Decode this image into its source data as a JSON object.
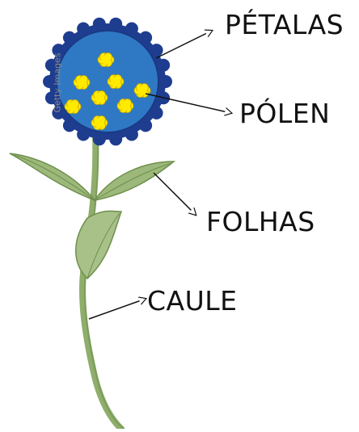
{
  "labels": {
    "petals": "PÉTALAS",
    "pollen": "PÓLEN",
    "leaves": "FOLHAS",
    "stem": "CAULE"
  },
  "watermark": "Getty Images",
  "colors": {
    "petal_rim": "#1e3d8f",
    "petal_fill": "#2f78c4",
    "pollen": "#ffea00",
    "pollen_outline": "#c9a800",
    "leaf": "#9cb87a",
    "leaf_dark": "#6f8f4e",
    "stem": "#8fae6c",
    "text": "#111111"
  }
}
